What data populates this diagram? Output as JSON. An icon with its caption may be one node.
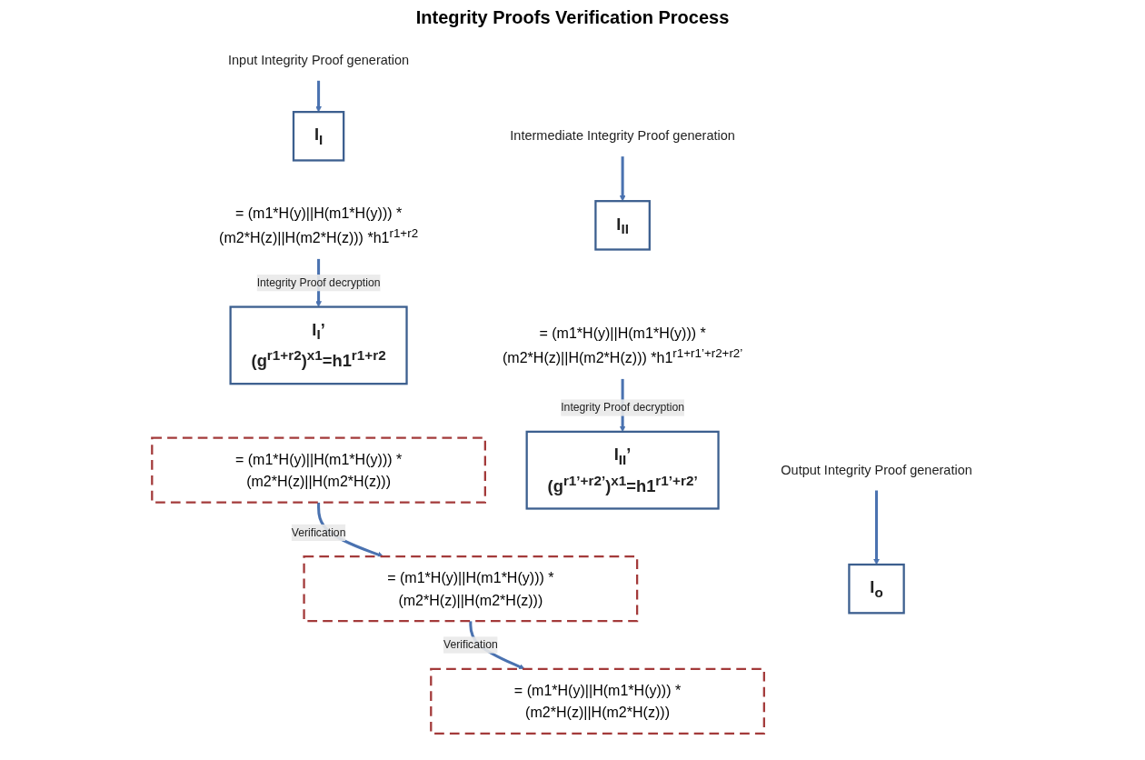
{
  "diagram": {
    "title": "Integrity Proofs Verification Process",
    "nodes": [
      {
        "text": [
          "Input Integrity Proof generation"
        ]
      },
      {
        "text": [
          "I$_{I}$"
        ]
      },
      {
        "text": [
          "= (m1*H(y)||H(m1*H(y))) *(m2*H(z)||H(m2*H(z))) *h1$^{r1+r2}$"
        ]
      },
      {
        "text": [
          "I$_{I}$’",
          "(g$^{r1+r2}$)$^{x1}$=h1$^{r1+r2}$"
        ]
      },
      {
        "text": [
          "= (m1*H(y)||H(m1*H(y))) *(m2*H(z)||H(m2*H(z)))"
        ]
      },
      {
        "text": [
          "Intermediate Integrity Proof generation"
        ]
      },
      {
        "text": [
          "I$_{II}$"
        ]
      },
      {
        "text": [
          "= (m1*H(y)||H(m1*H(y))) *(m2*H(z)||H(m2*H(z))) *h1$^{r1+r1’+r2+r2’}$"
        ]
      },
      {
        "text": [
          "I$_{II}$’",
          "(g$^{r1’+r2’}$)$^{x1}$=h1$^{r1’+r2’}$"
        ]
      },
      {
        "text": [
          "= (m1*H(y)||H(m1*H(y))) *(m2*H(z)||H(m2*H(z)))"
        ]
      },
      {
        "text": [
          "Output Integrity Proof generation"
        ]
      },
      {
        "text": [
          "I$_{o}$"
        ]
      },
      {
        "text": [
          "= (m1*H(y)||H(m1*H(y))) *(m2*H(z)||H(m2*H(z)))"
        ]
      }
    ],
    "edges": [
      {
        "from": 0,
        "to": 1,
        "arrow": "to"
      },
      {
        "from": 2,
        "to": 3,
        "arrow": "to",
        "label": "Integrity Proof decryption"
      },
      {
        "from": 5,
        "to": 6,
        "arrow": "to"
      },
      {
        "from": 7,
        "to": 8,
        "arrow": "to",
        "label": "Integrity Proof decryption"
      },
      {
        "from": 10,
        "to": 11,
        "arrow": "to"
      },
      {
        "from": 4,
        "to": 9,
        "arrow": "to",
        "label": "Verification"
      },
      {
        "from": 9,
        "to": 12,
        "arrow": "to",
        "label": "Verification"
      }
    ]
  }
}
